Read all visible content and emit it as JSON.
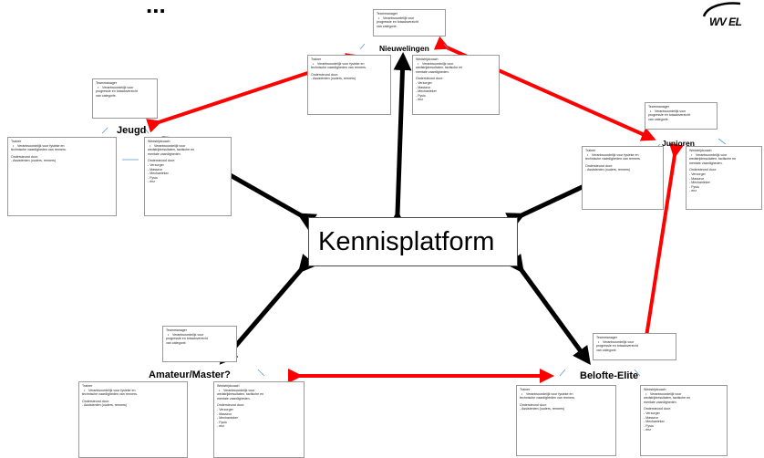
{
  "header": {
    "title": "...",
    "logo_text": "WV EL"
  },
  "center": {
    "label": "Kennisplatform"
  },
  "colors": {
    "black_arrow": "#000000",
    "red_arrow": "#ff0000",
    "connector": "#5b9bd5"
  },
  "groups": {
    "nieuwelingen": {
      "label": "Nieuwelingen",
      "team": [
        "Teammanager",
        "Verantwoordelijk voor",
        "progressie en totaaloverzicht",
        "van categorie."
      ],
      "trainer": [
        "Trainer",
        "Verantwoordelijk voor fysieke en",
        "technische vaardigheden van renners.",
        "",
        "Ondersteund door:",
        "- Assistenten (ouders, renners)"
      ],
      "coach": [
        "Wedstrijdcoach",
        "Verantwoordelijk voor",
        "wedstrijdresultaten, tactische en",
        "mentale vaardigheden.",
        "",
        "Ondersteund door:",
        "- Verzorger",
        "- Masseur",
        "- Mechanieker",
        "- Fysio",
        "- enz"
      ]
    },
    "jeugd": {
      "label": "Jeugd",
      "team": [
        "Teammanager",
        "Verantwoordelijk voor",
        "progressie en totaaloverzicht",
        "van categorie."
      ],
      "trainer": [
        "Trainer",
        "Verantwoordelijk voor fysieke en",
        "technische vaardigheden van renners.",
        "",
        "Ondersteund door:",
        "- Assistenten (ouders, renners)"
      ],
      "coach": [
        "Wedstrijdcoach",
        "Verantwoordelijk voor",
        "wedstrijdresultaten, tactische en",
        "mentale vaardigheden.",
        "",
        "Ondersteund door:",
        "- Verzorger",
        "- Masseur",
        "- Mechanieker",
        "- Fysio",
        "- enz"
      ]
    },
    "junioren": {
      "label": "Junioren",
      "team": [
        "Teammanager",
        "Verantwoordelijk voor",
        "progressie en totaaloverzicht",
        "van categorie."
      ],
      "trainer": [
        "Trainer",
        "Verantwoordelijk voor fysieke en",
        "technische vaardigheden van renners.",
        "",
        "Ondersteund door:",
        "- Assistenten (ouders, renners)"
      ],
      "coach": [
        "Wedstrijdcoach",
        "Verantwoordelijk voor",
        "wedstrijdresultaten, tactische en",
        "mentale vaardigheden.",
        "",
        "Ondersteund door:",
        "- Verzorger",
        "- Masseur",
        "- Mechanieker",
        "- Fysio",
        "- enz"
      ]
    },
    "amateur": {
      "label": "Amateur/Master?",
      "team": [
        "Teammanager",
        "Verantwoordelijk voor",
        "progressie en totaaloverzicht",
        "van categorie."
      ],
      "trainer": [
        "Trainer",
        "Verantwoordelijk voor fysieke en",
        "technische vaardigheden van renners.",
        "",
        "Ondersteund door:",
        "- Assistenten (ouders, renners)"
      ],
      "coach": [
        "Wedstrijdcoach",
        "Verantwoordelijk voor",
        "wedstrijdresultaten, tactische en",
        "mentale vaardigheden.",
        "",
        "Ondersteund door:",
        "- Verzorger",
        "- Masseur",
        "- Mechanieker",
        "- Fysio",
        "- enz"
      ]
    },
    "belofte": {
      "label": "Belofte-Elite",
      "team": [
        "Teammanager",
        "Verantwoordelijk voor",
        "progressie en totaaloverzicht",
        "van categorie."
      ],
      "trainer": [
        "Trainer",
        "Verantwoordelijk voor fysieke en",
        "technische vaardigheden van renners.",
        "",
        "Ondersteund door:",
        "- Assistenten (ouders, renners)"
      ],
      "coach": [
        "Wedstrijdcoach",
        "Verantwoordelijk voor",
        "wedstrijdresultaten, tactische en",
        "mentale vaardigheden.",
        "",
        "Ondersteund door:",
        "- Verzorger",
        "- Masseur",
        "- Mechanieker",
        "- Fysio",
        "- enz"
      ]
    }
  }
}
